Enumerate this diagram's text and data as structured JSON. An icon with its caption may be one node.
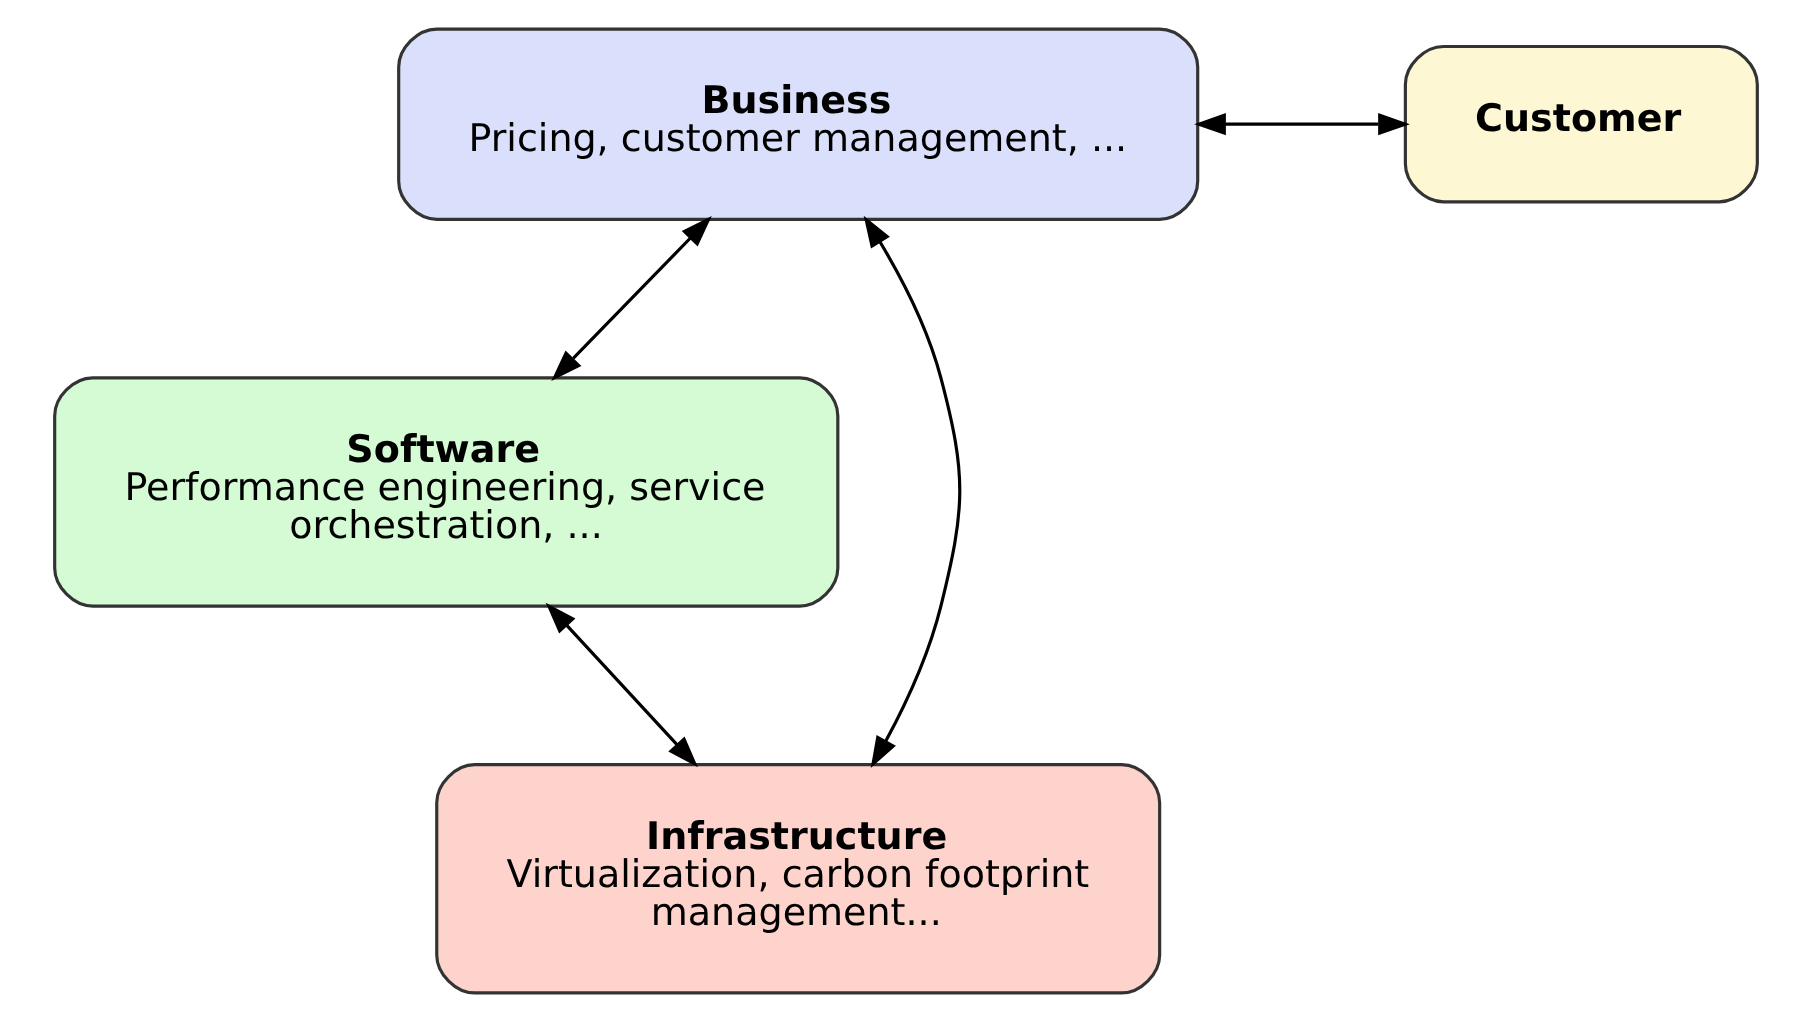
{
  "diagram": {
    "nodes": [
      {
        "text": [
          "Business",
          "Pricing, customer management, ..."
        ]
      },
      {
        "text": [
          "Customer"
        ]
      },
      {
        "text": [
          "Software",
          "Performance engineering, service orchestration, ..."
        ]
      },
      {
        "text": [
          "Infrastructure",
          "Virtualization, carbon footprint management..."
        ]
      }
    ],
    "edges": [
      {
        "from": 0,
        "to": 1,
        "arrow": "both"
      },
      {
        "from": 0,
        "to": 2,
        "arrow": "both"
      },
      {
        "from": 0,
        "to": 3,
        "arrow": "both"
      },
      {
        "from": 2,
        "to": 3,
        "arrow": "both"
      }
    ]
  }
}
